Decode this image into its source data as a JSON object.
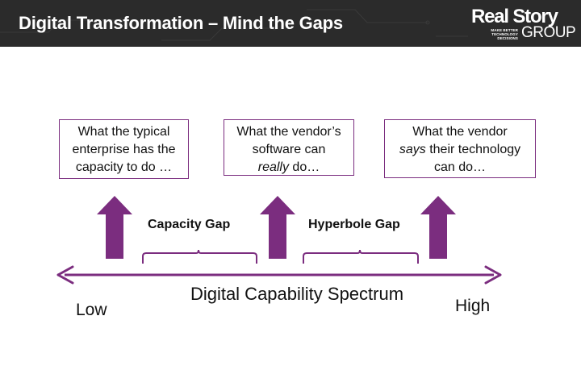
{
  "header": {
    "title": "Digital Transformation – Mind the Gaps",
    "background_color": "#2b2b2b"
  },
  "logo": {
    "name": "Real Story",
    "tagline_1": "MAKE BETTER",
    "tagline_2": "TECHNOLOGY DECISIONS",
    "group": "GROUP"
  },
  "boxes": [
    {
      "lines": [
        "What the typical",
        "enterprise has the",
        "capacity to do …"
      ]
    },
    {
      "lines": [
        "What the vendor’s",
        "software can",
        "really do…"
      ],
      "italic_line": 2
    },
    {
      "lines": [
        "What the vendor",
        "says their technology",
        "can do…"
      ]
    }
  ],
  "gaps": [
    "Capacity Gap",
    "Hyperbole Gap"
  ],
  "spectrum_label": "Digital Capability Spectrum",
  "low_label": "Low",
  "high_label": "High",
  "accent_color": "#7b2d7f"
}
